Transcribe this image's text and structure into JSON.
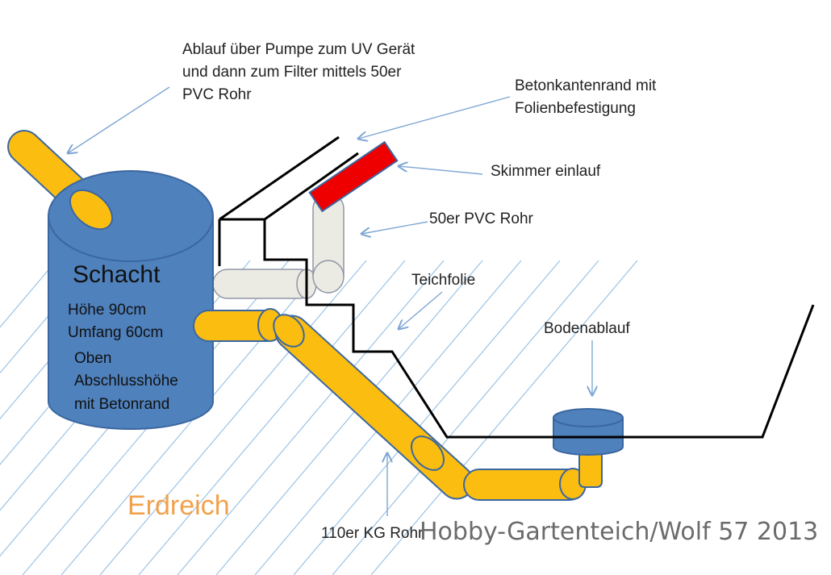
{
  "labels": {
    "ablauf": [
      "Ablauf über Pumpe zum UV Gerät",
      "und dann zum Filter mittels 50er",
      "PVC Rohr"
    ],
    "betonkante": [
      "Betonkantenrand mit",
      "Folienbefestigung"
    ],
    "skimmer": "Skimmer einlauf",
    "pvc_rohr": "50er PVC Rohr",
    "teichfolie": "Teichfolie",
    "bodenablauf": "Bodenablauf",
    "kg_rohr": "110er KG Rohr",
    "erdreich": "Erdreich"
  },
  "shaft": {
    "title": "Schacht",
    "details": [
      "Höhe 90cm",
      "Umfang 60cm",
      "Oben",
      "Abschlusshöhe",
      "mit Betonrand"
    ]
  },
  "credit": "Hobby-Gartenteich/Wolf 57 2013",
  "colors": {
    "shaft_fill": "#4f81bd",
    "shaft_stroke": "#3b67a0",
    "kg_pipe": "#fbbd0f",
    "pvc_pipe": "#ecebe3",
    "skimmer": "#ee0000",
    "liner": "#000000",
    "earth_text": "#f2a14b",
    "earth_hatch": "#9cc3e4",
    "arrow": "#7fa7d3"
  }
}
